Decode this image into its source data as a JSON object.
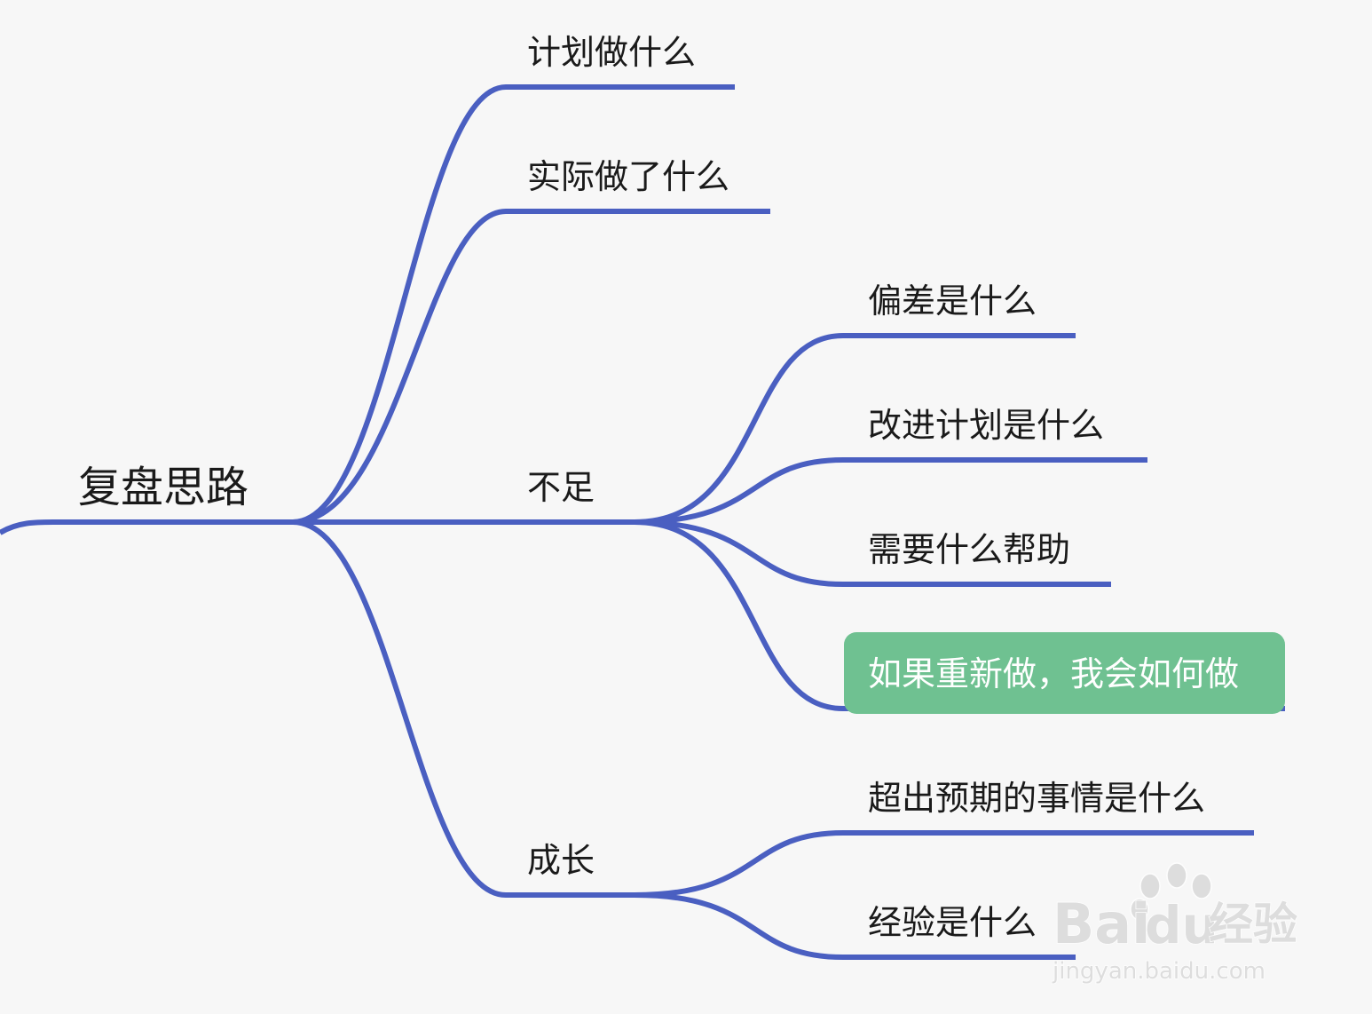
{
  "root": {
    "label": "复盘思路"
  },
  "branches": [
    {
      "id": "plan",
      "label": "计划做什么"
    },
    {
      "id": "actual",
      "label": "实际做了什么"
    },
    {
      "id": "shortfall",
      "label": "不足"
    },
    {
      "id": "growth",
      "label": "成长"
    }
  ],
  "leaves": [
    {
      "id": "deviation",
      "label": "偏差是什么"
    },
    {
      "id": "improve",
      "label": "改进计划是什么"
    },
    {
      "id": "help",
      "label": "需要什么帮助"
    },
    {
      "id": "redo",
      "label": "如果重新做，我会如何做"
    },
    {
      "id": "unexpected",
      "label": "超出预期的事情是什么"
    },
    {
      "id": "experience",
      "label": "经验是什么"
    }
  ],
  "colors": {
    "edge": "#4a5fc1",
    "highlight_fill": "#6fc191",
    "background": "#f7f7f7"
  },
  "watermark": {
    "brand_a": "Bai",
    "brand_b": "du",
    "brand_c": "经验",
    "url": "jingyan.baidu.com"
  }
}
